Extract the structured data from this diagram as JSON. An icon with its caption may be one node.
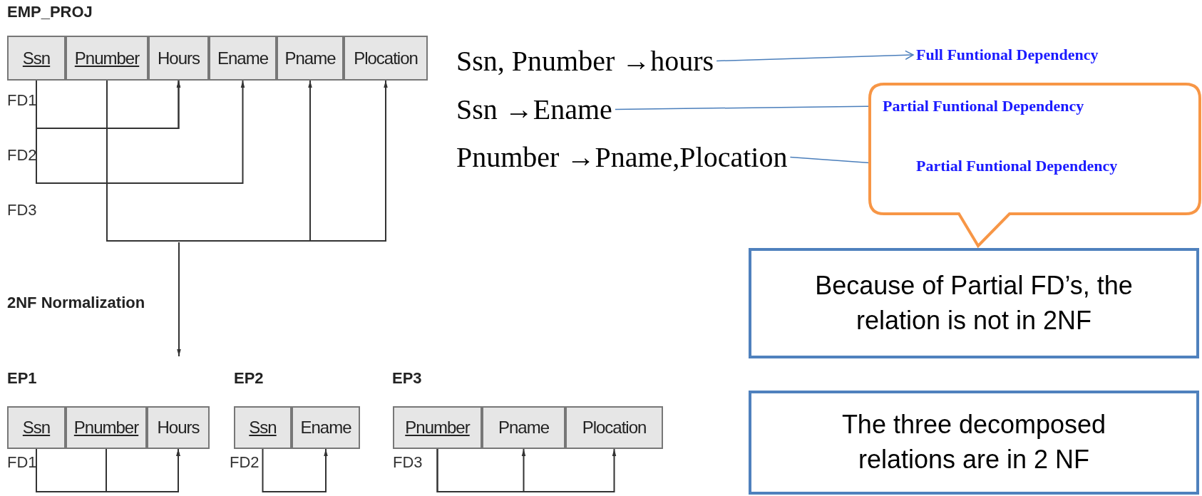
{
  "diagram": {
    "nodes": [
      {
        "text": [
          "EMP_PROJ"
        ]
      },
      {
        "text": [
          "Ssn"
        ],
        "in": 0
      },
      {
        "text": [
          "Pnumber"
        ],
        "in": 0
      },
      {
        "text": [
          "Hours"
        ],
        "in": 0
      },
      {
        "text": [
          "Ename"
        ],
        "in": 0
      },
      {
        "text": [
          "Pname"
        ],
        "in": 0
      },
      {
        "text": [
          "Plocation"
        ],
        "in": 0
      },
      {
        "text": [
          "EP1"
        ]
      },
      {
        "text": [
          "Ssn"
        ],
        "in": 7
      },
      {
        "text": [
          "Pnumber"
        ],
        "in": 7
      },
      {
        "text": [
          "Hours"
        ],
        "in": 7
      },
      {
        "text": [
          "EP2"
        ]
      },
      {
        "text": [
          "Ssn"
        ],
        "in": 11
      },
      {
        "text": [
          "Ename"
        ],
        "in": 11
      },
      {
        "text": [
          "EP3"
        ]
      },
      {
        "text": [
          "Pnumber"
        ],
        "in": 14
      },
      {
        "text": [
          "Pname"
        ],
        "in": 14
      },
      {
        "text": [
          "Plocation"
        ],
        "in": 14
      },
      {
        "text": [
          "Ssn, Pnumber →hours"
        ]
      },
      {
        "text": [
          "Ssn →Ename"
        ]
      },
      {
        "text": [
          "Pnumber →Pname,Plocation"
        ]
      },
      {
        "text": [
          "Full Funtional Dependency"
        ]
      },
      {
        "text": [],
        "shape": "callout"
      },
      {
        "text": [
          "Partial Funtional Dependency"
        ],
        "in": 22
      },
      {
        "text": [
          "Partial Funtional Dependency"
        ],
        "in": 22
      },
      {
        "text": [
          "Because of Partial FD’s, the relation is not in 2NF"
        ]
      },
      {
        "text": [
          "The three decomposed relations are in 2 NF"
        ]
      }
    ],
    "edges": [
      {
        "from": 1,
        "to": 3,
        "arrow": "to"
      },
      {
        "from": 2,
        "to": 3,
        "arrow": "to"
      },
      {
        "from": 1,
        "to": 4,
        "arrow": "to"
      },
      {
        "from": 2,
        "to": 5,
        "arrow": "to"
      },
      {
        "from": 2,
        "to": 6,
        "arrow": "to"
      },
      {
        "from": 0,
        "to": 7,
        "arrow": "to",
        "label": "2NF Normalization"
      },
      {
        "from": 8,
        "to": 10,
        "arrow": "to"
      },
      {
        "from": 9,
        "to": 10,
        "arrow": "to"
      },
      {
        "from": 12,
        "to": 13,
        "arrow": "to"
      },
      {
        "from": 15,
        "to": 16,
        "arrow": "to"
      },
      {
        "from": 15,
        "to": 17,
        "arrow": "to"
      },
      {
        "from": 18,
        "to": 21,
        "arrow": "to",
        "color": "#4a7ebb"
      },
      {
        "from": 19,
        "to": 23,
        "arrow": "to",
        "color": "#4a7ebb"
      },
      {
        "from": 20,
        "to": 24,
        "arrow": "to",
        "color": "#4a7ebb"
      }
    ],
    "labels": [
      "FD1",
      "FD2",
      "FD3",
      "FD1",
      "FD2",
      "FD3"
    ]
  }
}
